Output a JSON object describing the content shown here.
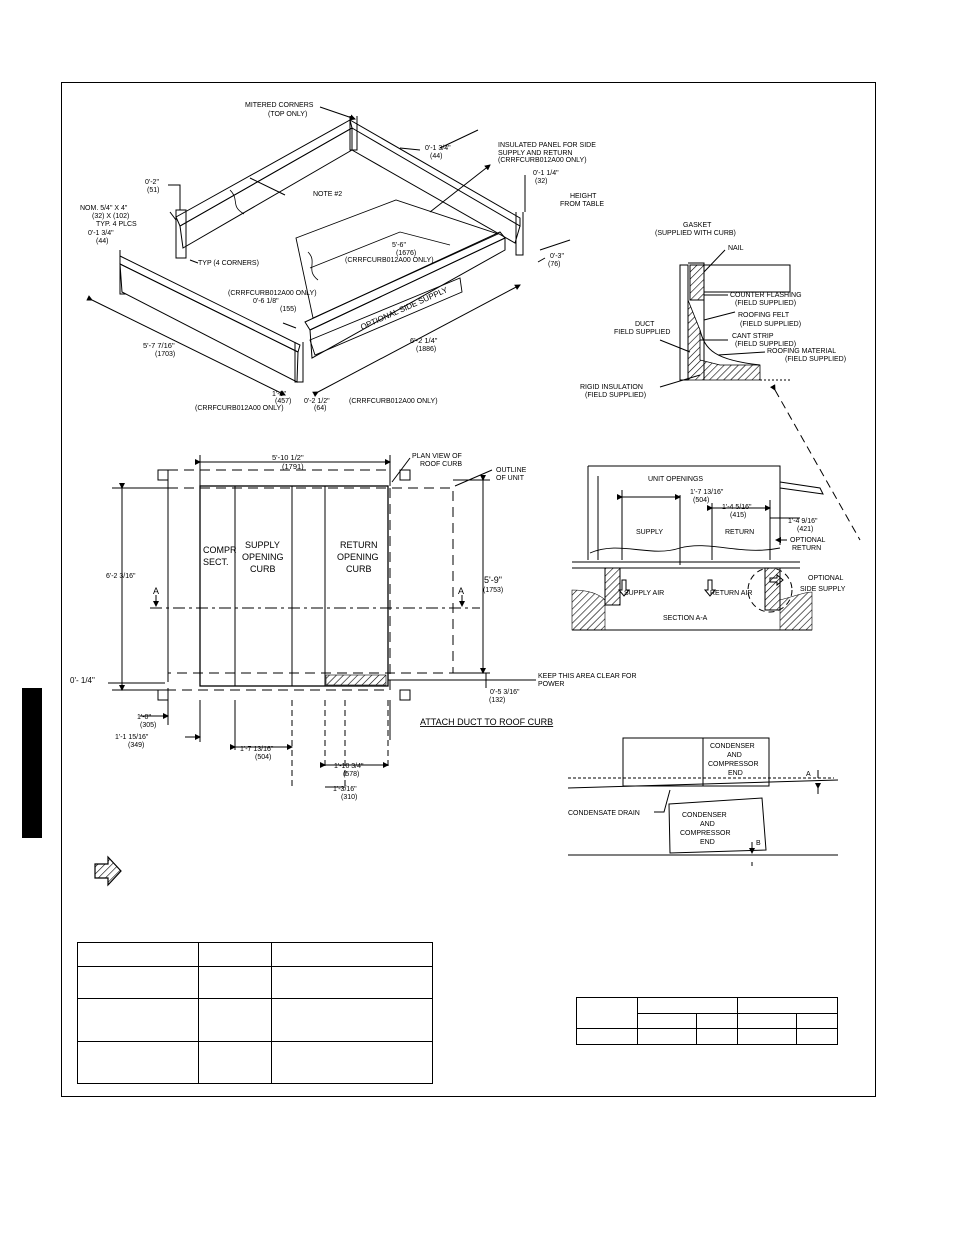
{
  "iso": {
    "mitered_corners": [
      "MITERED CORNERS",
      "(TOP ONLY)"
    ],
    "d_0_1_3_4_top": [
      "0'-1 3/4\"",
      "(44)"
    ],
    "insulated_panel": [
      "INSULATED PANEL FOR SIDE",
      "SUPPLY AND RETURN",
      "(CRRFCURB012A00 ONLY)"
    ],
    "d_0_2": [
      "0'-2\"",
      "(51)"
    ],
    "note2": "NOTE #2",
    "d_0_1_1_4": [
      "0'-1 1/4\"",
      "(32)"
    ],
    "height_from_table": [
      "HEIGHT",
      "FROM TABLE"
    ],
    "nom": [
      "NOM. 5/4\" X 4\"",
      "(32) X (102)",
      "TYP. 4 PLCS"
    ],
    "d_0_1_3_4_left": [
      "0'-1 3/4\"",
      "(44)"
    ],
    "typ_corners": "TYP (4 CORNERS)",
    "d_5_6": [
      "5'-6\"",
      "(1676)",
      "(CRRFCURB012A00 ONLY)"
    ],
    "d_0_3": [
      "0'-3\"",
      "(76)"
    ],
    "crrf_only_a": "(CRRFCURB012A00 ONLY)",
    "d_0_6_1_8": [
      "0'-6 1/8\"",
      "(155)"
    ],
    "optional_side_supply": "OPTIONAL SIDE SUPPLY",
    "d_5_7_7_16": [
      "5'-7 7/16\"",
      "(1703)"
    ],
    "d_6_2_1_4": [
      "6'-2 1/4\"",
      "(1886)"
    ],
    "d_1_6": [
      "1'-6\"",
      "(457)",
      "(CRRFCURB012A00 ONLY)"
    ],
    "d_0_2_1_2": [
      "0'-2 1/2\"",
      "(64)",
      "(CRRFCURB012A00 ONLY)"
    ]
  },
  "detail": {
    "gasket": [
      "GASKET",
      "(SUPPLIED WITH CURB)"
    ],
    "nail": "NAIL",
    "counter_flashing": [
      "COUNTER FLASHING",
      "(FIELD SUPPLIED)"
    ],
    "roofing_felt": [
      "ROOFING FELT",
      "(FIELD SUPPLIED)"
    ],
    "duct": [
      "DUCT",
      "FIELD SUPPLIED"
    ],
    "cant_strip": [
      "CANT STRIP",
      "(FIELD SUPPLIED)"
    ],
    "roofing_material": [
      "ROOFING MATERIAL",
      "(FIELD SUPPLIED)"
    ],
    "rigid_insulation": [
      "RIGID INSULATION",
      "(FIELD SUPPLIED)"
    ]
  },
  "plan": {
    "d_5_10_1_2": [
      "5'-10 1/2\"",
      "(1791)"
    ],
    "plan_view": [
      "PLAN VIEW OF",
      "ROOF CURB"
    ],
    "outline": [
      "OUTLINE",
      "OF UNIT"
    ],
    "compr": [
      "COMPR",
      "SECT."
    ],
    "supply": [
      "SUPPLY",
      "OPENING",
      "CURB"
    ],
    "return": [
      "RETURN",
      "OPENING",
      "CURB"
    ],
    "d_6_2_3_16": "6'-2 3/16\"",
    "d_5_9": [
      "5'-9\"",
      "(1753)"
    ],
    "section_a": "A",
    "d_0_1_4": "0'- 1/4\"",
    "keep_clear": [
      "KEEP THIS AREA CLEAR FOR",
      "POWER"
    ],
    "d_0_5_3_16": [
      "0'-5 3/16\"",
      "(132)"
    ],
    "d_1_0": [
      "1'-0\"",
      "(305)"
    ],
    "d_1_1_15_16": [
      "1'-1 15/16\"",
      "(349)"
    ],
    "d_1_7_13_16": [
      "1'-7 13/16\"",
      "(504)"
    ],
    "d_1_10_3_4": [
      "1'-10 3/4\"",
      "(578)"
    ],
    "d_1_3_16": [
      "1'-3/16\"",
      "(310)"
    ],
    "attach_duct": "ATTACH DUCT TO ROOF CURB"
  },
  "section": {
    "unit_openings": "UNIT OPENINGS",
    "d_1_7_13_16": [
      "1'-7 13/16\"",
      "(504)"
    ],
    "d_1_4_5_16": [
      "1'-4 5/16\"",
      "(415)"
    ],
    "d_1_4_9_16": [
      "1'-4 9/16\"",
      "(421)"
    ],
    "supply": "SUPPLY",
    "return": "RETURN",
    "optional_return": [
      "OPTIONAL",
      "RETURN"
    ],
    "supply_air": "SUPPLY AIR",
    "return_air": "RETURN AIR",
    "optional_side_supply": [
      "OPTIONAL",
      "SIDE SUPPLY"
    ],
    "title": "SECTION A-A"
  },
  "level": {
    "box1": [
      "CONDENSER",
      "AND",
      "COMPRESSOR",
      "END"
    ],
    "box2": [
      "CONDENSER",
      "AND",
      "COMPRESSOR",
      "END"
    ],
    "a": "A",
    "b": "B",
    "condensate_drain": "CONDENSATE DRAIN"
  }
}
